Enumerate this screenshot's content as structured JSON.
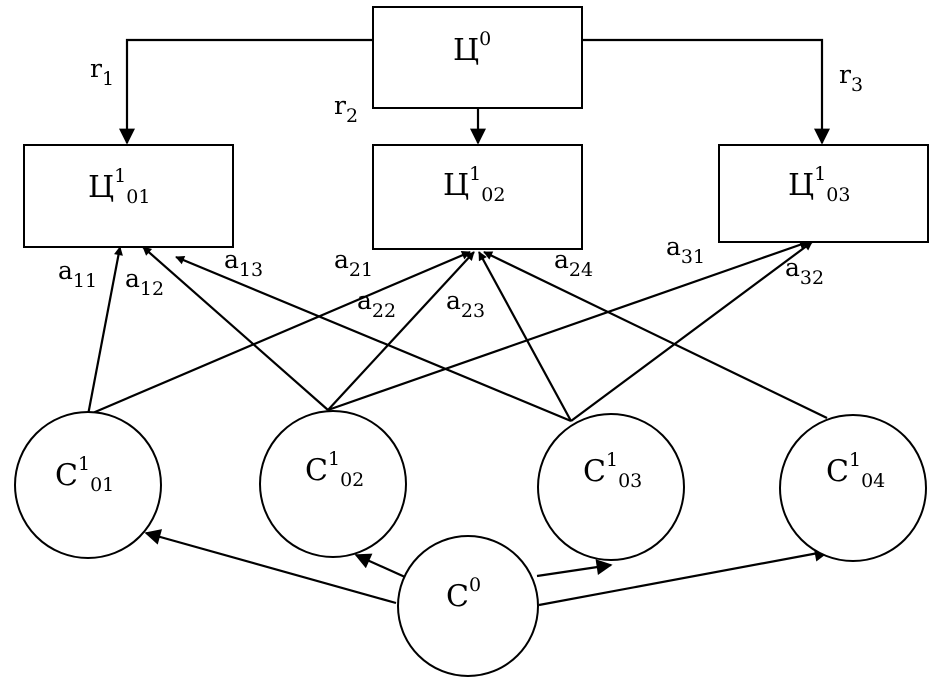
{
  "goals": {
    "top": {
      "base": "Ц",
      "sup": "0",
      "sub": ""
    },
    "g1": {
      "base": "Ц",
      "sup": "1",
      "sub": "01"
    },
    "g2": {
      "base": "Ц",
      "sup": "1",
      "sub": "02"
    },
    "g3": {
      "base": "Ц",
      "sup": "1",
      "sub": "03"
    }
  },
  "means": {
    "root": {
      "base": "С",
      "sup": "0",
      "sub": ""
    },
    "c1": {
      "base": "С",
      "sup": "1",
      "sub": "01"
    },
    "c2": {
      "base": "С",
      "sup": "1",
      "sub": "02"
    },
    "c3": {
      "base": "С",
      "sup": "1",
      "sub": "03"
    },
    "c4": {
      "base": "С",
      "sup": "1",
      "sub": "04"
    }
  },
  "goal_edges": {
    "r1": {
      "base": "r",
      "sub": "1"
    },
    "r2": {
      "base": "r",
      "sub": "2"
    },
    "r3": {
      "base": "r",
      "sub": "3"
    }
  },
  "weights": {
    "a11": {
      "base": "a",
      "sub": "11"
    },
    "a12": {
      "base": "a",
      "sub": "12"
    },
    "a13": {
      "base": "a",
      "sub": "13"
    },
    "a21": {
      "base": "a",
      "sub": "21"
    },
    "a22": {
      "base": "a",
      "sub": "22"
    },
    "a23": {
      "base": "a",
      "sub": "23"
    },
    "a24": {
      "base": "a",
      "sub": "24"
    },
    "a31": {
      "base": "a",
      "sub": "31"
    },
    "a32": {
      "base": "a",
      "sub": "32"
    }
  }
}
